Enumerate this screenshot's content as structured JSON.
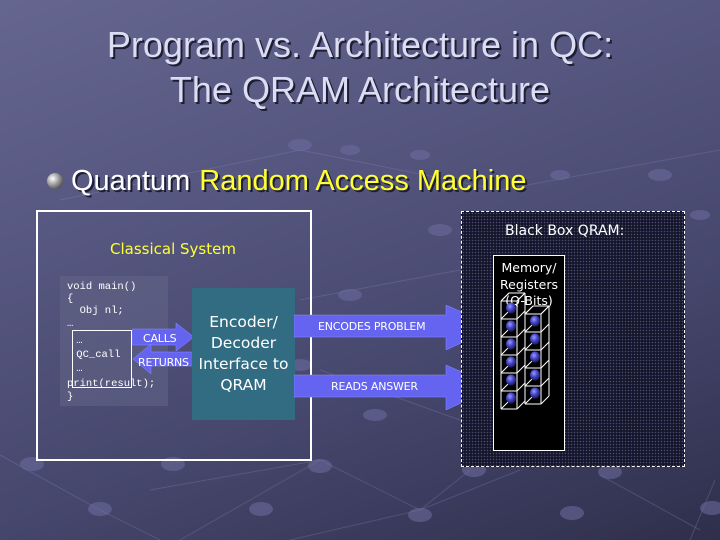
{
  "slide": {
    "title_lines": [
      "Program vs. Architecture in QC:",
      "The QRAM Architecture"
    ],
    "bullet": {
      "icon": "sphere-bullet-icon",
      "lead": "Quantum",
      "highlight": "Random Access Machine",
      "highlight_color": "#ffff33"
    }
  },
  "classical_system": {
    "title": "Classical System",
    "code_lines": [
      "void main()",
      "{",
      "  Obj nl;",
      "…",
      " …",
      " QC_call",
      " …",
      "print(result);",
      "}"
    ],
    "calls_label": "CALLS",
    "returns_label": "RETURNS"
  },
  "encoder": {
    "lines": [
      "Encoder/",
      "Decoder",
      "Interface to",
      "QRAM"
    ],
    "color": "#2b7a80"
  },
  "arrows": {
    "encodes": "ENCODES PROBLEM",
    "reads": "READS ANSWER",
    "color": "#6464f0"
  },
  "black_box": {
    "title": "Black Box QRAM:",
    "memory_label_lines": [
      "Memory/",
      "Registers",
      "(Q-Bits)"
    ],
    "register_columns": [
      {
        "qubits": 6
      },
      {
        "qubits": 5
      }
    ]
  }
}
